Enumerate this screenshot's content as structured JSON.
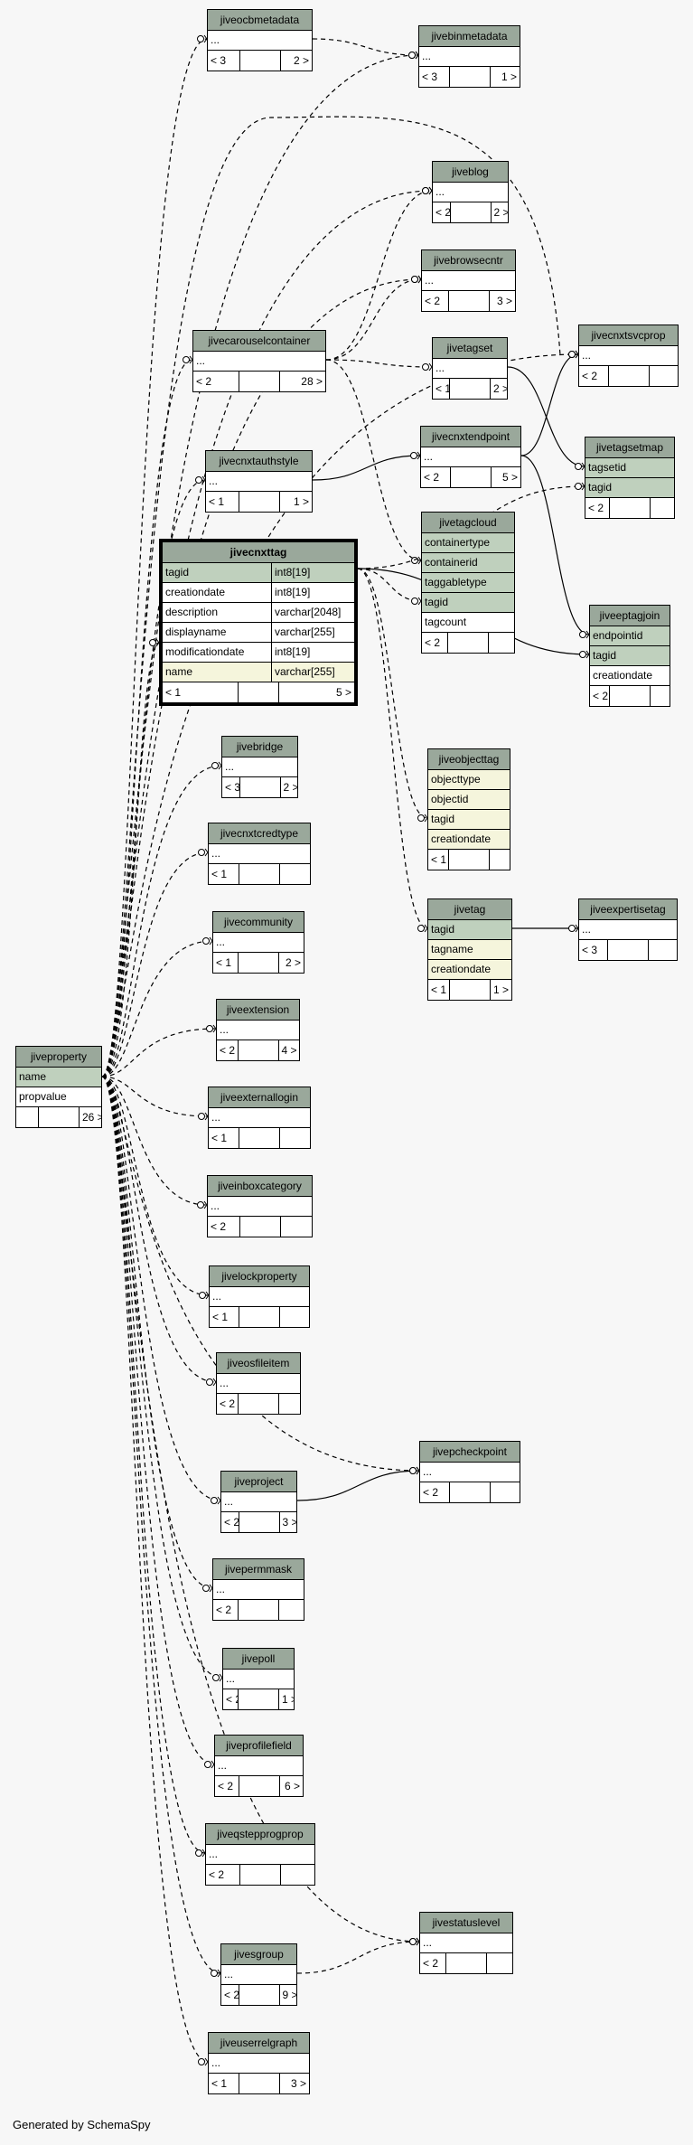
{
  "footer": "Generated by SchemaSpy",
  "tables": {
    "jiveocbmetadata": {
      "name": "jiveocbmetadata",
      "rows": [
        "..."
      ],
      "parents": "< 3",
      "children": "2 >"
    },
    "jivebinmetadata": {
      "name": "jivebinmetadata",
      "rows": [
        "..."
      ],
      "parents": "< 3",
      "children": "1 >"
    },
    "jiveblog": {
      "name": "jiveblog",
      "rows": [
        "..."
      ],
      "parents": "< 2",
      "children": "2 >"
    },
    "jivebrowsecntr": {
      "name": "jivebrowsecntr",
      "rows": [
        "..."
      ],
      "parents": "< 2",
      "children": "3 >"
    },
    "jivecarouselcontainer": {
      "name": "jivecarouselcontainer",
      "rows": [
        "..."
      ],
      "parents": "< 2",
      "children": "28 >"
    },
    "jivetagset": {
      "name": "jivetagset",
      "rows": [
        "..."
      ],
      "parents": "< 1",
      "children": "2 >"
    },
    "jivecnxtsvcprop": {
      "name": "jivecnxtsvcprop",
      "rows": [
        "..."
      ],
      "parents": "< 2",
      "children": ""
    },
    "jivecnxtendpoint": {
      "name": "jivecnxtendpoint",
      "rows": [
        "..."
      ],
      "parents": "< 2",
      "children": "5 >"
    },
    "jivetagsetmap": {
      "name": "jivetagsetmap",
      "rows": [
        "tagsetid",
        "tagid"
      ],
      "parents": "< 2",
      "children": ""
    },
    "jivecnxtauthstyle": {
      "name": "jivecnxtauthstyle",
      "rows": [
        "..."
      ],
      "parents": "< 1",
      "children": "1 >"
    },
    "jivetagcloud": {
      "name": "jivetagcloud",
      "rows": [
        "containertype",
        "containerid",
        "taggabletype",
        "tagid",
        "tagcount"
      ],
      "parents": "< 2",
      "children": ""
    },
    "jiveeptagjoin": {
      "name": "jiveeptagjoin",
      "rows": [
        "endpointid",
        "tagid",
        "creationdate"
      ],
      "parents": "< 2",
      "children": ""
    },
    "jiveobjecttag": {
      "name": "jiveobjecttag",
      "rows": [
        "objecttype",
        "objectid",
        "tagid",
        "creationdate"
      ],
      "parents": "< 1",
      "children": ""
    },
    "jivetag": {
      "name": "jivetag",
      "rows": [
        "tagid",
        "tagname",
        "creationdate"
      ],
      "parents": "< 1",
      "children": "1 >"
    },
    "jiveexpertisetag": {
      "name": "jiveexpertisetag",
      "rows": [
        "..."
      ],
      "parents": "< 3",
      "children": ""
    },
    "jivebridge": {
      "name": "jivebridge",
      "rows": [
        "..."
      ],
      "parents": "< 3",
      "children": "2 >"
    },
    "jivecnxtcredtype": {
      "name": "jivecnxtcredtype",
      "rows": [
        "..."
      ],
      "parents": "< 1",
      "children": ""
    },
    "jivecommunity": {
      "name": "jivecommunity",
      "rows": [
        "..."
      ],
      "parents": "< 1",
      "children": "2 >"
    },
    "jiveextension": {
      "name": "jiveextension",
      "rows": [
        "..."
      ],
      "parents": "< 2",
      "children": "4 >"
    },
    "jiveexternallogin": {
      "name": "jiveexternallogin",
      "rows": [
        "..."
      ],
      "parents": "< 1",
      "children": ""
    },
    "jiveinboxcategory": {
      "name": "jiveinboxcategory",
      "rows": [
        "..."
      ],
      "parents": "< 2",
      "children": ""
    },
    "jivelockproperty": {
      "name": "jivelockproperty",
      "rows": [
        "..."
      ],
      "parents": "< 1",
      "children": ""
    },
    "jiveosfileitem": {
      "name": "jiveosfileitem",
      "rows": [
        "..."
      ],
      "parents": "< 2",
      "children": ""
    },
    "jivepcheckpoint": {
      "name": "jivepcheckpoint",
      "rows": [
        "..."
      ],
      "parents": "< 2",
      "children": ""
    },
    "jiveproject": {
      "name": "jiveproject",
      "rows": [
        "..."
      ],
      "parents": "< 2",
      "children": "3 >"
    },
    "jivepermmask": {
      "name": "jivepermmask",
      "rows": [
        "..."
      ],
      "parents": "< 2",
      "children": ""
    },
    "jivepoll": {
      "name": "jivepoll",
      "rows": [
        "..."
      ],
      "parents": "< 2",
      "children": "1 >"
    },
    "jiveprofilefield": {
      "name": "jiveprofilefield",
      "rows": [
        "..."
      ],
      "parents": "< 2",
      "children": "6 >"
    },
    "jiveqstepprogprop": {
      "name": "jiveqstepprogprop",
      "rows": [
        "..."
      ],
      "parents": "< 2",
      "children": ""
    },
    "jivestatuslevel": {
      "name": "jivestatuslevel",
      "rows": [
        "..."
      ],
      "parents": "< 2",
      "children": ""
    },
    "jivesgroup": {
      "name": "jivesgroup",
      "rows": [
        "..."
      ],
      "parents": "< 2",
      "children": "9 >"
    },
    "jiveuserrelgraph": {
      "name": "jiveuserrelgraph",
      "rows": [
        "..."
      ],
      "parents": "< 1",
      "children": "3 >"
    },
    "jiveproperty": {
      "name": "jiveproperty",
      "rows": [
        "name",
        "propvalue"
      ],
      "parents": "",
      "children": "26 >"
    }
  },
  "focus": {
    "name": "jivecnxttag",
    "columns": [
      {
        "name": "tagid",
        "type": "int8[19]"
      },
      {
        "name": "creationdate",
        "type": "int8[19]"
      },
      {
        "name": "description",
        "type": "varchar[2048]"
      },
      {
        "name": "displayname",
        "type": "varchar[255]"
      },
      {
        "name": "modificationdate",
        "type": "int8[19]"
      },
      {
        "name": "name",
        "type": "varchar[255]"
      }
    ],
    "parents": "< 1",
    "children": "5 >"
  }
}
